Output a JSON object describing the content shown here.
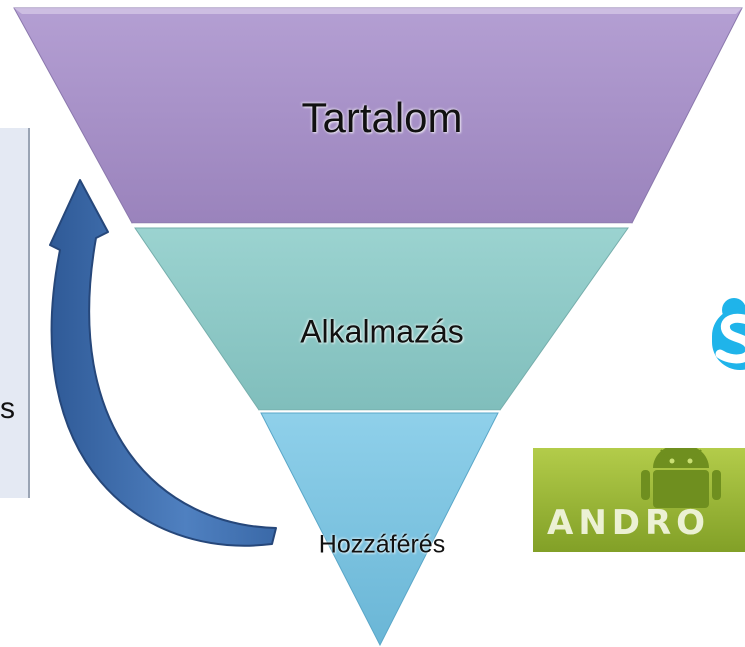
{
  "diagram": {
    "layers": [
      {
        "label": "Tartalom",
        "color": "#a990c6"
      },
      {
        "label": "Alkalmazás",
        "color": "#8fcbc9"
      },
      {
        "label": "Hozzáférés",
        "color": "#7cc4de"
      }
    ],
    "arrow": {
      "color": "#3b68a7",
      "icon": "curved-arrow-icon"
    }
  },
  "side_panel": {
    "visible_text": "s"
  },
  "logos": {
    "skype": {
      "icon": "skype-logo-icon",
      "color": "#1fb4ea"
    },
    "android": {
      "text": "ANDRO",
      "icon": "android-robot-icon",
      "color": "#9ab53c"
    }
  }
}
